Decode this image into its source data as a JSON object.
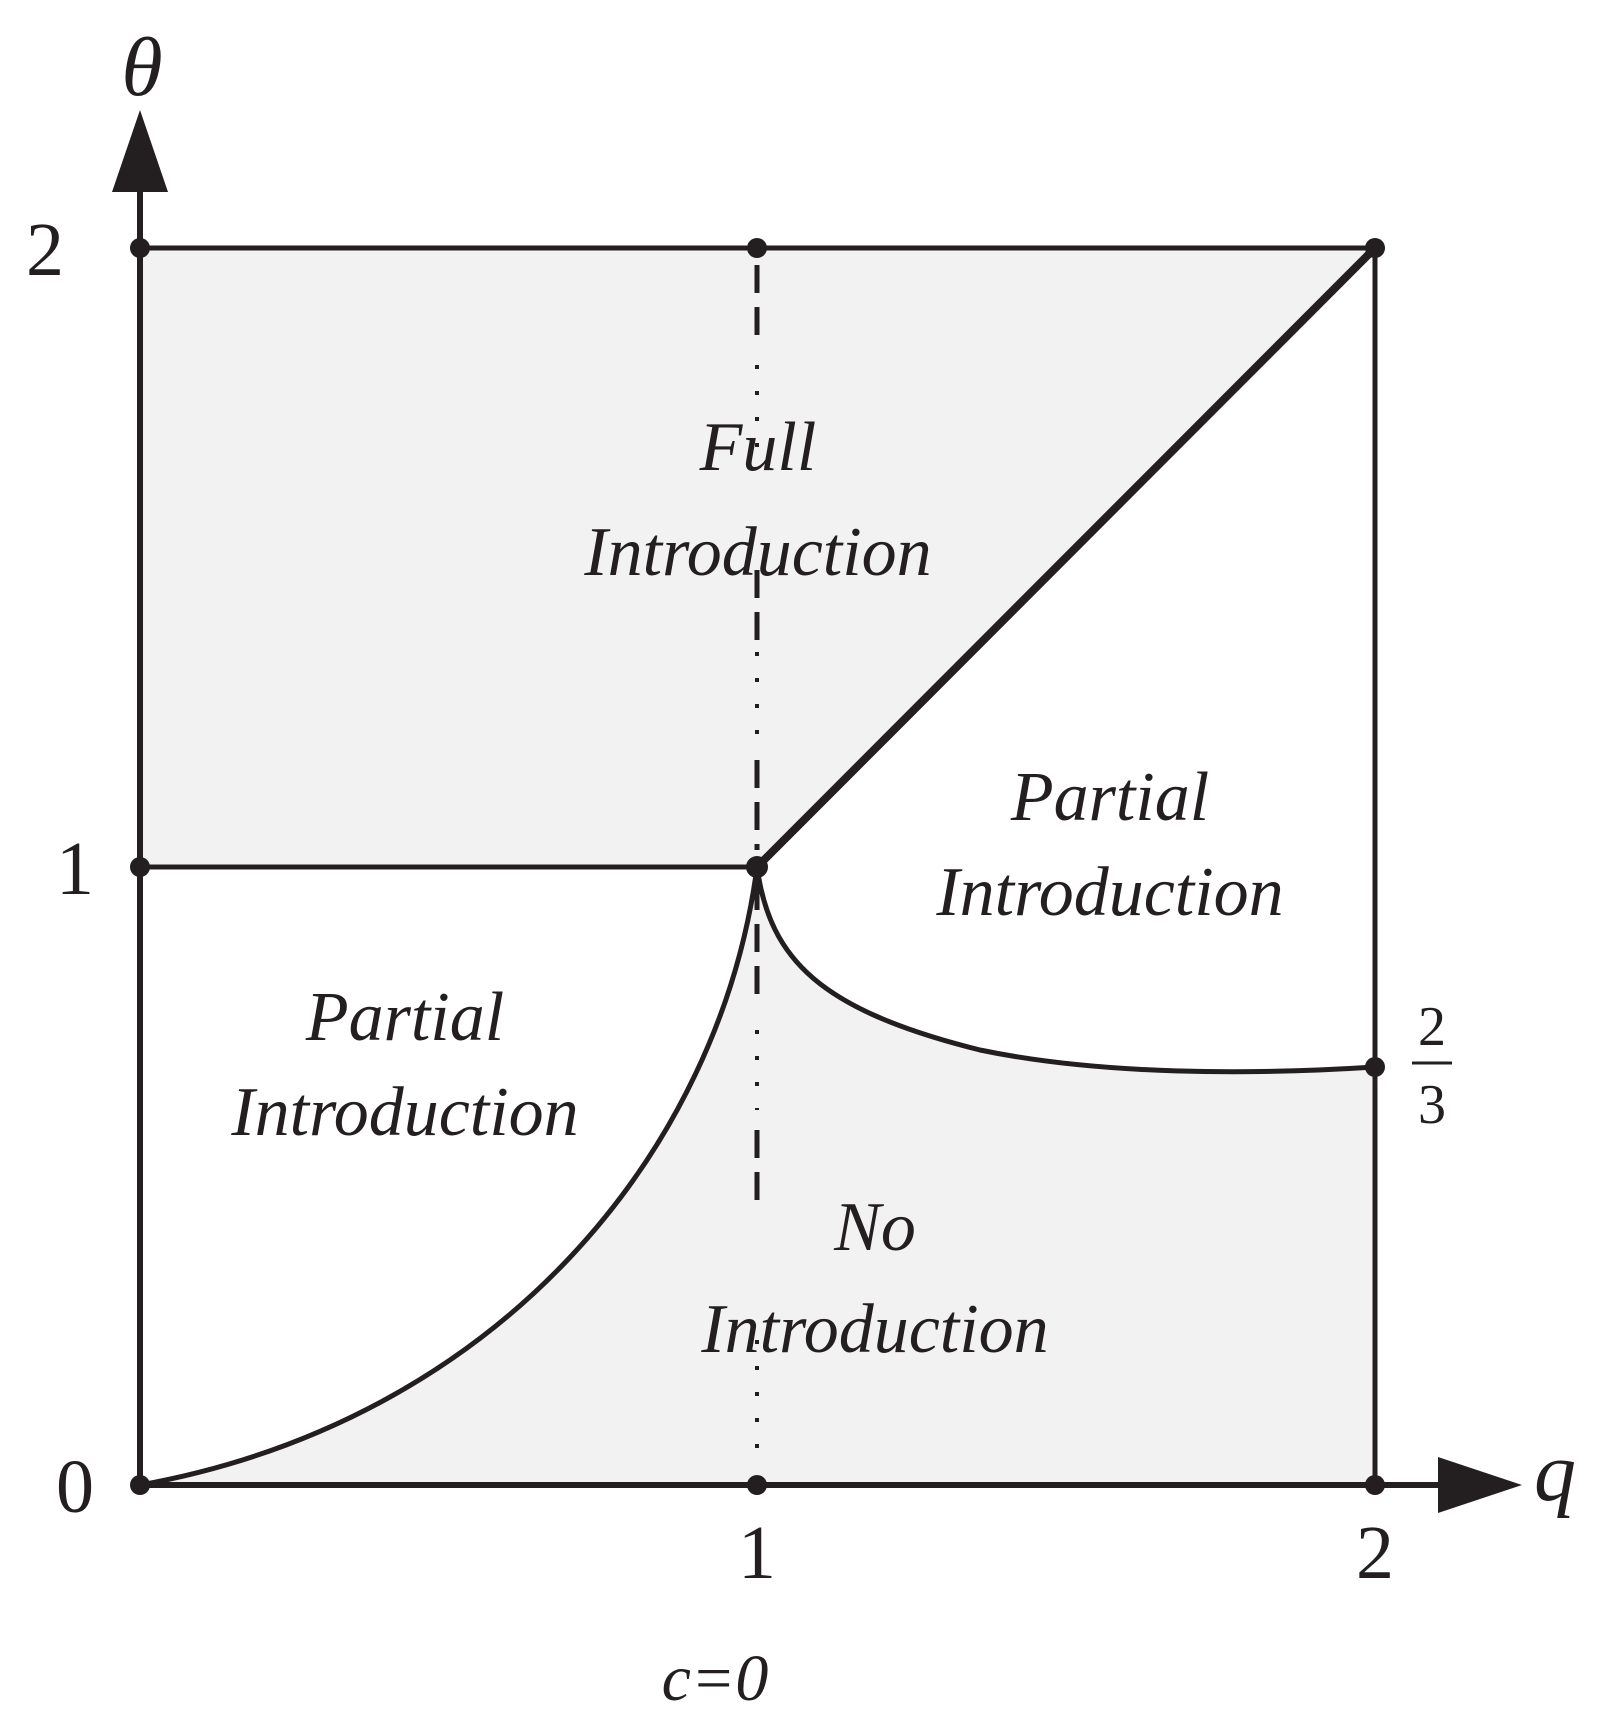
{
  "diagram": {
    "axes": {
      "x": {
        "label": "q",
        "ticks": [
          "0",
          "1",
          "2"
        ]
      },
      "y": {
        "label": "θ",
        "ticks": [
          "0",
          "1",
          "2"
        ]
      }
    },
    "boundary_label": {
      "numerator": "2",
      "denominator": "3",
      "value": 0.6667
    },
    "regions": [
      {
        "id": "full",
        "line1": "Full",
        "line2": "Introduction",
        "shaded": true
      },
      {
        "id": "partial-upper",
        "line1": "Partial",
        "line2": "Introduction",
        "shaded": false
      },
      {
        "id": "partial-left",
        "line1": "Partial",
        "line2": "Introduction",
        "shaded": false
      },
      {
        "id": "none",
        "line1": "No",
        "line2": "Introduction",
        "shaded": true
      }
    ],
    "caption": "c=0",
    "colors": {
      "shade": "#f2f2f2",
      "line": "#231f20",
      "background": "#ffffff"
    }
  }
}
